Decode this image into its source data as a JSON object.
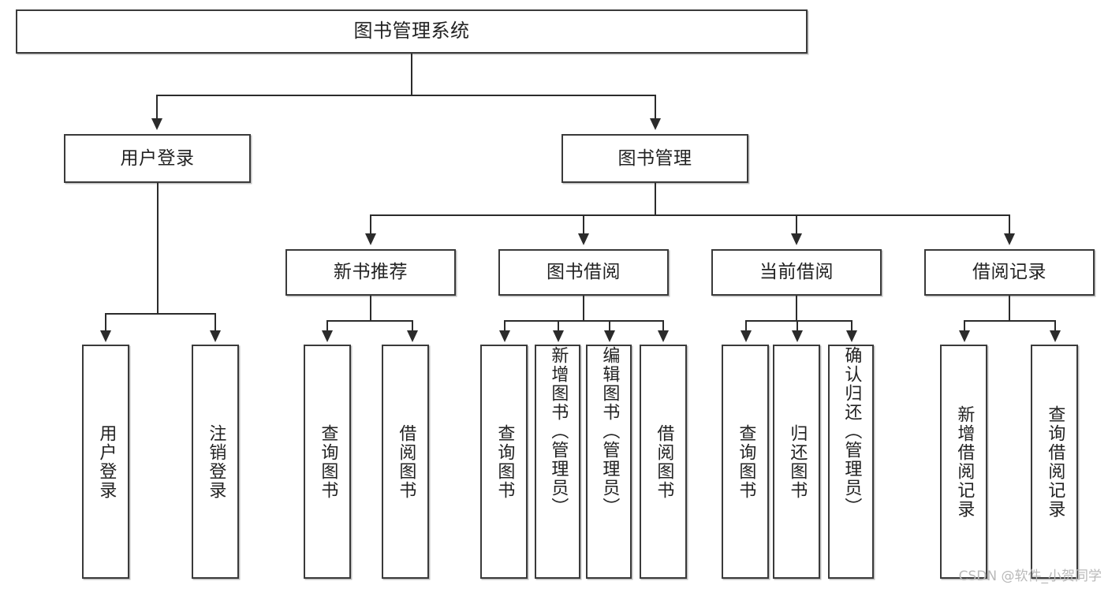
{
  "diagram": {
    "title": "图书管理系统",
    "type": "tree",
    "root": {
      "id": "root",
      "label": "图书管理系统"
    },
    "level2": [
      {
        "id": "user-login",
        "label": "用户登录"
      },
      {
        "id": "book-manage",
        "label": "图书管理"
      }
    ],
    "level3": [
      {
        "id": "new-book-recommend",
        "label": "新书推荐",
        "parent": "book-manage"
      },
      {
        "id": "book-borrow",
        "label": "图书借阅",
        "parent": "book-manage"
      },
      {
        "id": "current-borrow",
        "label": "当前借阅",
        "parent": "book-manage"
      },
      {
        "id": "borrow-record",
        "label": "借阅记录",
        "parent": "book-manage"
      }
    ],
    "leaves": [
      {
        "id": "leaf-user-login",
        "label": "用户登录",
        "parent": "user-login"
      },
      {
        "id": "leaf-logout",
        "label": "注销登录",
        "parent": "user-login"
      },
      {
        "id": "leaf-query-book-1",
        "label": "查询图书",
        "parent": "new-book-recommend"
      },
      {
        "id": "leaf-borrow-book-1",
        "label": "借阅图书",
        "parent": "new-book-recommend"
      },
      {
        "id": "leaf-query-book-2",
        "label": "查询图书",
        "parent": "book-borrow"
      },
      {
        "id": "leaf-add-book",
        "label": "新增图书（管理员）",
        "parent": "book-borrow"
      },
      {
        "id": "leaf-edit-book",
        "label": "编辑图书（管理员）",
        "parent": "book-borrow"
      },
      {
        "id": "leaf-borrow-book-2",
        "label": "借阅图书",
        "parent": "book-borrow"
      },
      {
        "id": "leaf-query-book-3",
        "label": "查询图书",
        "parent": "current-borrow"
      },
      {
        "id": "leaf-return-book",
        "label": "归还图书",
        "parent": "current-borrow"
      },
      {
        "id": "leaf-confirm-return",
        "label": "确认归还（管理员）",
        "parent": "current-borrow"
      },
      {
        "id": "leaf-add-record",
        "label": "新增借阅记录",
        "parent": "borrow-record"
      },
      {
        "id": "leaf-query-record",
        "label": "查询借阅记录",
        "parent": "borrow-record"
      }
    ]
  },
  "watermark": {
    "text": "CSDN @软件_小贺同学"
  },
  "colors": {
    "box_border": "#3a3a3a",
    "line": "#2b2b2b",
    "text": "#222222",
    "background": "#ffffff",
    "watermark": "#b9b9b9"
  }
}
